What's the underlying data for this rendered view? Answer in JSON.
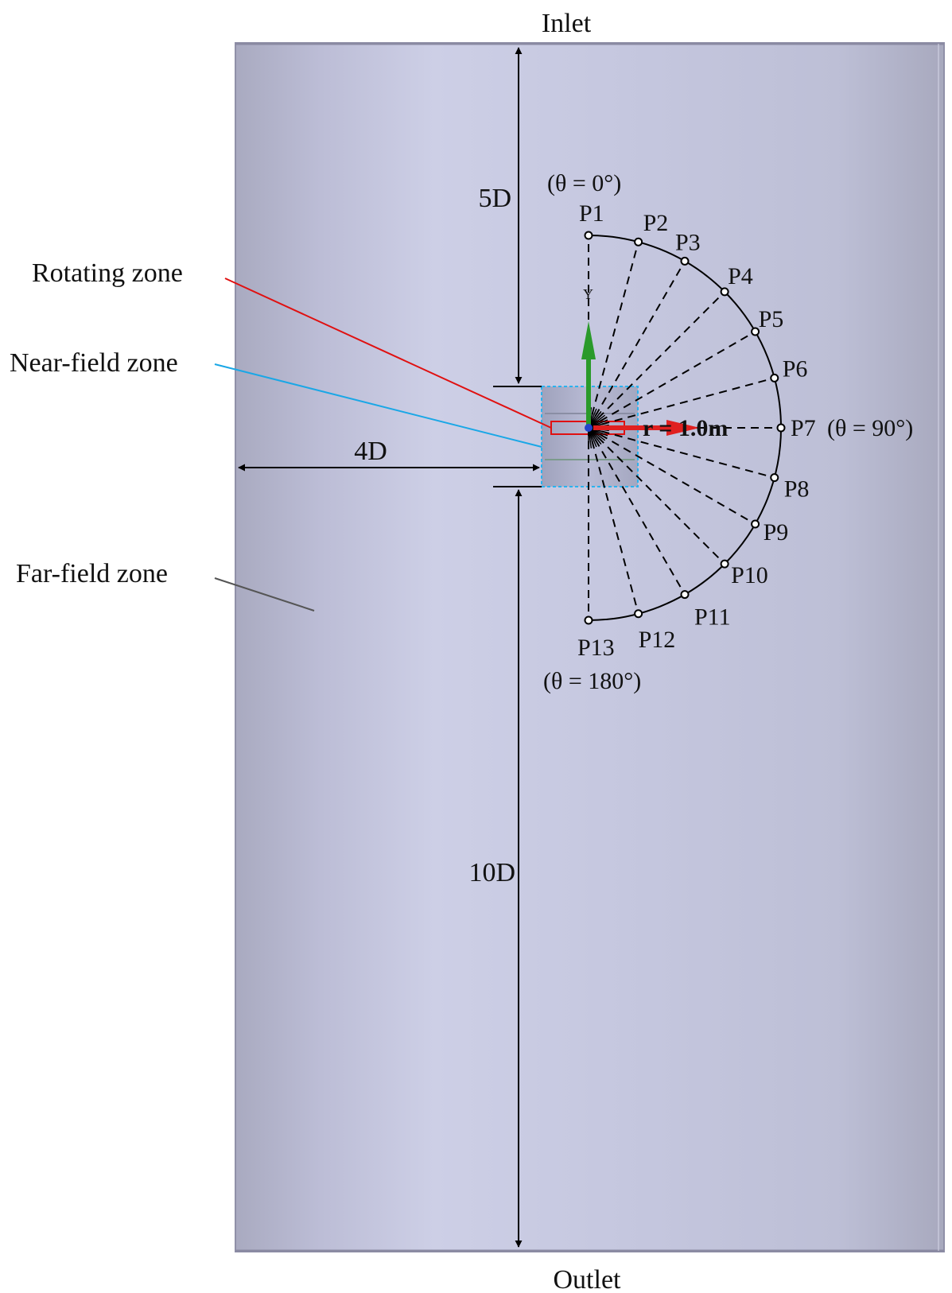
{
  "labels": {
    "inlet": "Inlet",
    "outlet": "Outlet",
    "dim_upstream": "5D",
    "dim_downstream": "10D",
    "dim_side": "4D",
    "rotating_zone": "Rotating zone",
    "near_field_zone": "Near-field zone",
    "far_field_zone": "Far-field zone",
    "radius": "r = 1.0m",
    "theta_0": "(θ = 0°)",
    "theta_90": "(θ = 90°)",
    "theta_180": "(θ = 180°)"
  },
  "probe_points": [
    "P1",
    "P2",
    "P3",
    "P4",
    "P5",
    "P6",
    "P7",
    "P8",
    "P9",
    "P10",
    "P11",
    "P12",
    "P13"
  ],
  "colors": {
    "domain_fill": "#c4c6de",
    "domain_edge": "#9c9cb4",
    "rotating_zone_leader": "#e01010",
    "near_field_leader": "#1aa7e6",
    "far_field_leader": "#555555",
    "axis_y": "#2a9a2a",
    "axis_x": "#e02020"
  }
}
